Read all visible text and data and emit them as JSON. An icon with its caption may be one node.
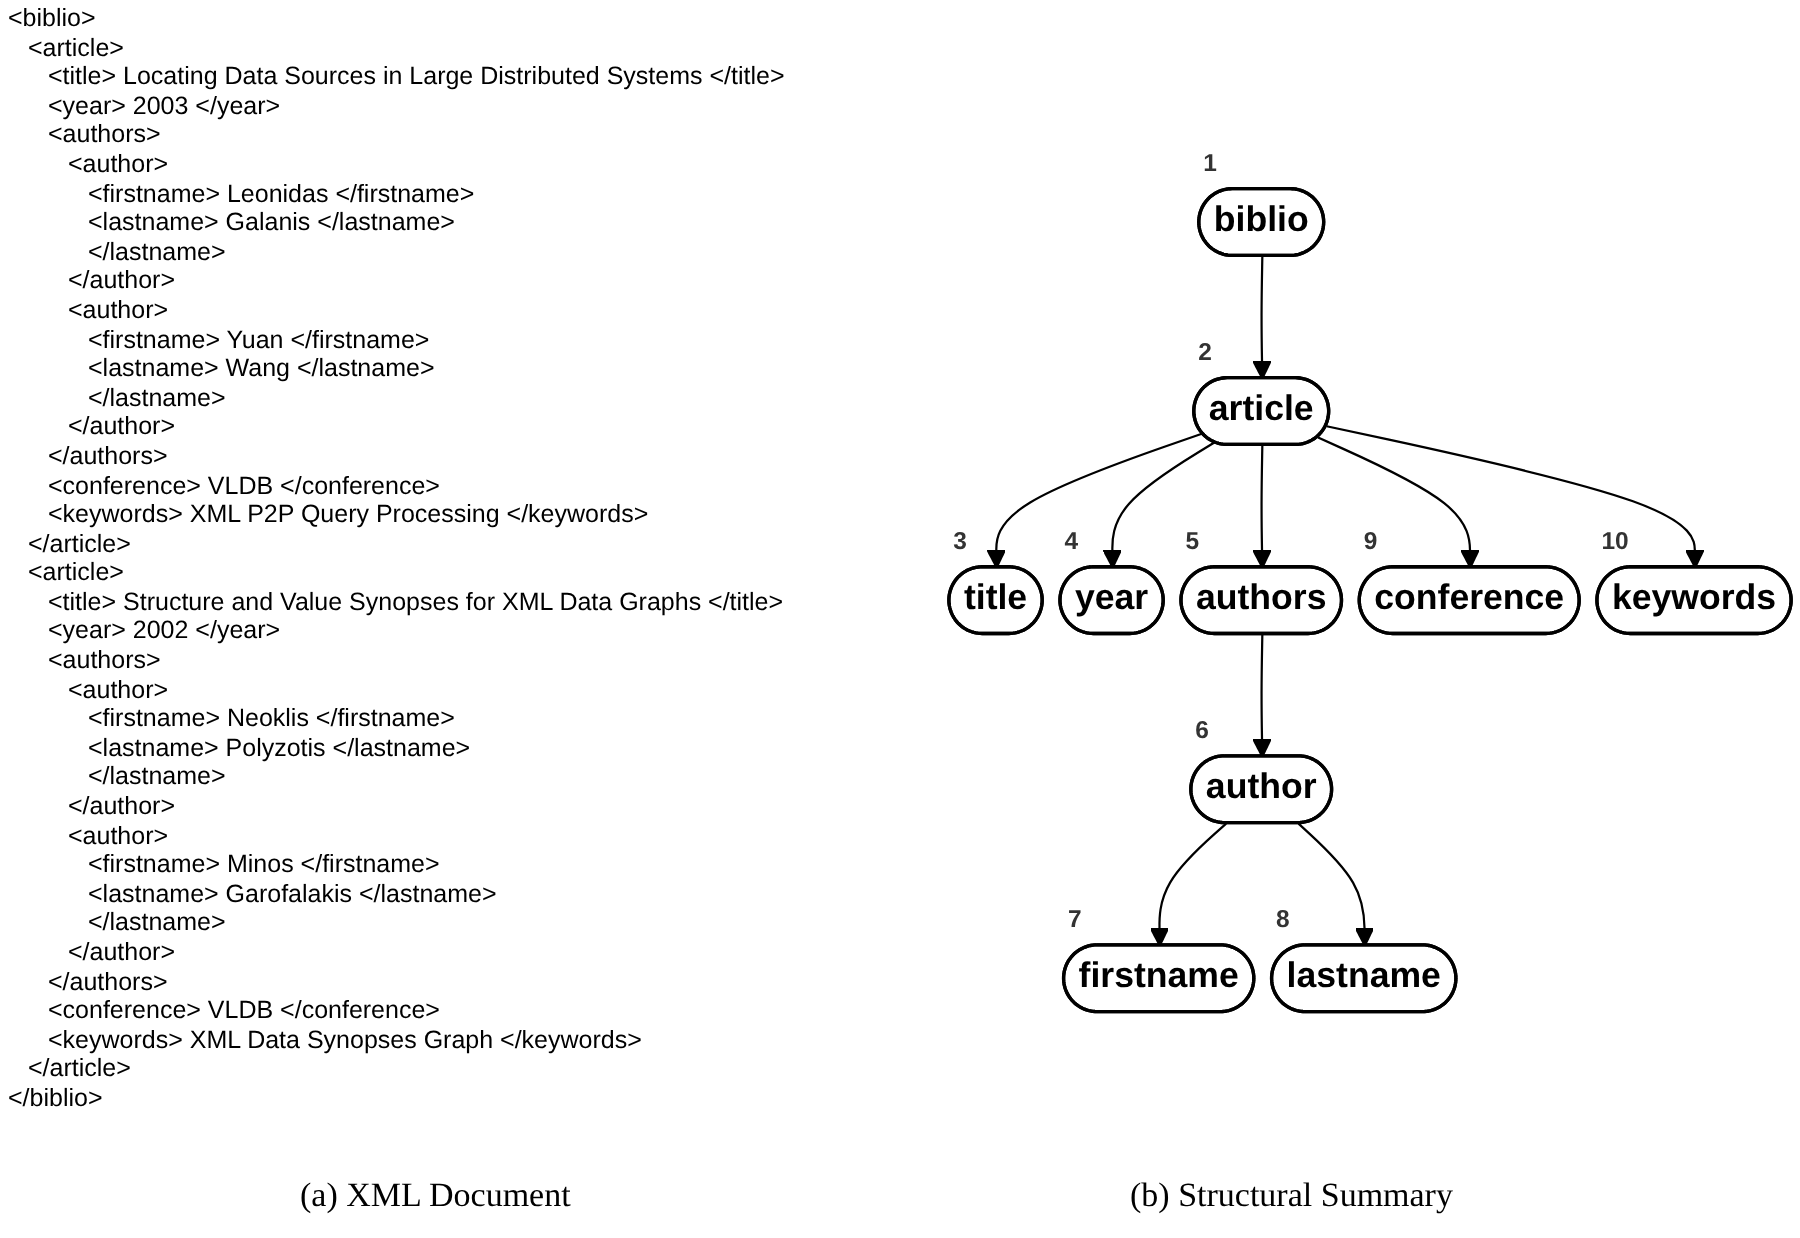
{
  "diagram": {
    "nodes": [
      {
        "text": [
          "biblio"
        ],
        "beside": [
          "1"
        ]
      },
      {
        "text": [
          "article"
        ],
        "beside": [
          "2"
        ]
      },
      {
        "text": [
          "title"
        ],
        "beside": [
          "3"
        ]
      },
      {
        "text": [
          "year"
        ],
        "beside": [
          "4"
        ]
      },
      {
        "text": [
          "authors"
        ],
        "beside": [
          "5"
        ]
      },
      {
        "text": [
          "conference"
        ],
        "beside": [
          "9"
        ]
      },
      {
        "text": [
          "keywords"
        ],
        "beside": [
          "10"
        ]
      },
      {
        "text": [
          "author"
        ],
        "beside": [
          "6"
        ]
      },
      {
        "text": [
          "firstname"
        ],
        "beside": [
          "7"
        ]
      },
      {
        "text": [
          "lastname"
        ],
        "beside": [
          "8"
        ]
      }
    ],
    "edges": [
      {
        "from": 0,
        "to": 1,
        "arrow": "to"
      },
      {
        "from": 1,
        "to": 2,
        "arrow": "to"
      },
      {
        "from": 1,
        "to": 3,
        "arrow": "to"
      },
      {
        "from": 1,
        "to": 4,
        "arrow": "to"
      },
      {
        "from": 1,
        "to": 5,
        "arrow": "to"
      },
      {
        "from": 1,
        "to": 6,
        "arrow": "to"
      },
      {
        "from": 4,
        "to": 7,
        "arrow": "to"
      },
      {
        "from": 7,
        "to": 8,
        "arrow": "to"
      },
      {
        "from": 7,
        "to": 9,
        "arrow": "to"
      }
    ],
    "labels": [
      "<biblio>",
      "<article>",
      "<title> Locating Data Sources in Large Distributed Systems </title>",
      "<year> 2003 </year>",
      "<authors>",
      "<author>",
      "<firstname> Leonidas </firstname>",
      "<lastname> Galanis </lastname>",
      "</lastname>",
      "</author>",
      "<author>",
      "<firstname> Yuan </firstname>",
      "<lastname> Wang </lastname>",
      "</lastname>",
      "</author>",
      "</authors>",
      "<conference> VLDB </conference>",
      "<keywords> XML P2P Query Processing </keywords>",
      "</article>",
      "<article>",
      "<title> Structure and Value Synopses for XML Data Graphs </title>",
      "<year> 2002 </year>",
      "<authors>",
      "<author>",
      "<firstname> Neoklis </firstname>",
      "<lastname> Polyzotis </lastname>",
      "</lastname>",
      "</author>",
      "<author>",
      "<firstname> Minos </firstname>",
      "<lastname> Garofalakis </lastname>",
      "</lastname>",
      "</author>",
      "</authors>",
      "<conference> VLDB </conference>",
      "<keywords> XML Data Synopses Graph </keywords>",
      "</article>",
      "</biblio>",
      "(a) XML Document",
      "(b) Structural Summary"
    ]
  }
}
